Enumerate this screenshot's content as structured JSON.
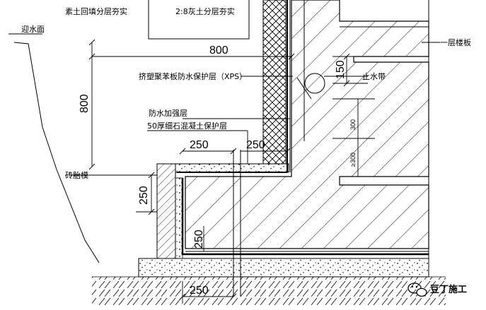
{
  "labels": {
    "backfill_left": "素土回填分层夯实",
    "backfill_28": "2:8灰土分层夯实",
    "water_side": "迎水面",
    "floor_slab": "一层楼板",
    "xps_layer": "挤塑聚苯板防水保护层（XPS）",
    "waterstop": "止水带",
    "waterproof_reinforce": "防水加强层",
    "concrete_protect": "50厚细石混凝土保护层",
    "brick_mold": "砖胎模"
  },
  "dimensions": {
    "d800_h": "800",
    "d800_v": "800",
    "d150": "150",
    "d300": "300",
    "d300b": "≥300",
    "d250_top_left": "250",
    "d250_top_right": "250",
    "d250_left_v": "250",
    "d250_inner_v": "250",
    "d250_bottom": "250"
  },
  "watermark": {
    "text": "豆丁施工",
    "icon": "wechat-icon"
  }
}
